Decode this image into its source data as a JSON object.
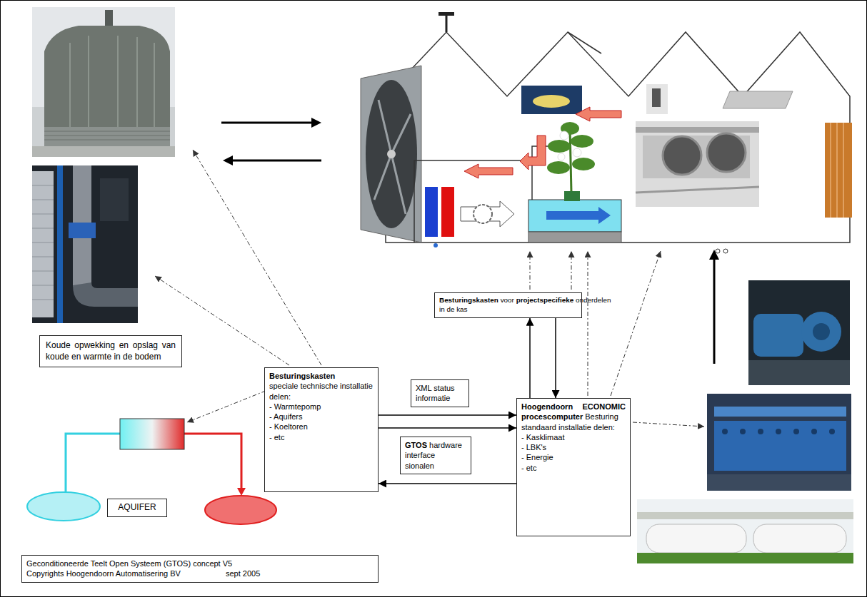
{
  "diagram": {
    "nodes": [
      {
        "text": [
          "Koude opwekking en opslag van koude en warmte in de bodem"
        ]
      },
      {
        "text": [
          "Besturingskasten",
          "speciale technische installatie delen:",
          "- Warmtepomp",
          "- Aquifers",
          "- Koeltoren",
          "- etc"
        ]
      },
      {
        "text": [
          "AQUIFER"
        ]
      },
      {
        "text": [
          "XML status informatie"
        ]
      },
      {
        "text": [
          "GTOS",
          "hardware interface sionalen"
        ]
      },
      {
        "text": [
          "Besturingskasten",
          "voor",
          "projectspecifieke",
          "onderdelen in de kas"
        ]
      },
      {
        "text": [
          "Hoogendoorn ECONOMIC procescomputer",
          "Besturing standaard installatie delen:",
          "- Kasklimaat",
          "- LBK's",
          "- Energie",
          "- etc"
        ]
      },
      {
        "text": [
          "Geconditioneerde Teelt Open Systeem (GTOS) concept V5",
          "Copyrights Hoogendoorn Automatisering BV",
          "sept 2005"
        ]
      }
    ],
    "edges": [
      {
        "from": 1,
        "to": 6,
        "arrow": "to"
      },
      {
        "from": 1,
        "to": 6,
        "arrow": "to"
      },
      {
        "from": 6,
        "to": 1,
        "arrow": "to"
      },
      {
        "from": 6,
        "to": 5,
        "arrow": "to"
      },
      {
        "from": 5,
        "to": 6,
        "arrow": "to"
      }
    ]
  }
}
